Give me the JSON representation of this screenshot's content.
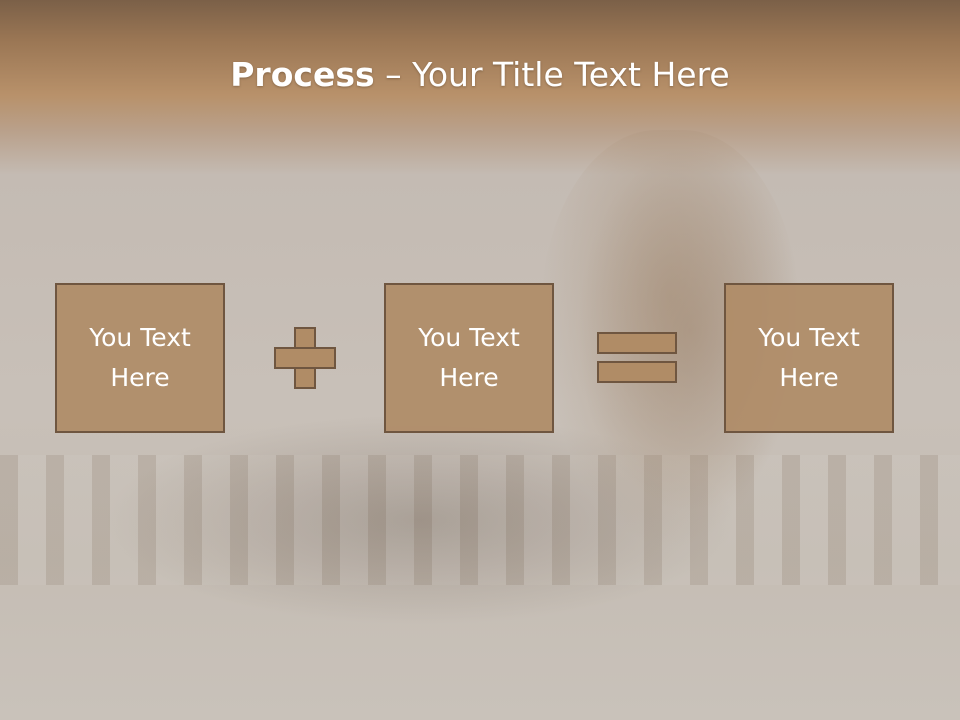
{
  "title": {
    "bold": "Process",
    "separator": " – ",
    "rest": "Your Title Text Here"
  },
  "boxes": [
    {
      "label": "You Text Here"
    },
    {
      "label": "You Text Here"
    },
    {
      "label": "You Text Here"
    }
  ],
  "operators": [
    "plus-icon",
    "equals-icon"
  ],
  "colors": {
    "box_fill": "#af8c67",
    "box_border": "#6f5640",
    "title_text": "#ffffff",
    "header_band": "#9a7654"
  }
}
